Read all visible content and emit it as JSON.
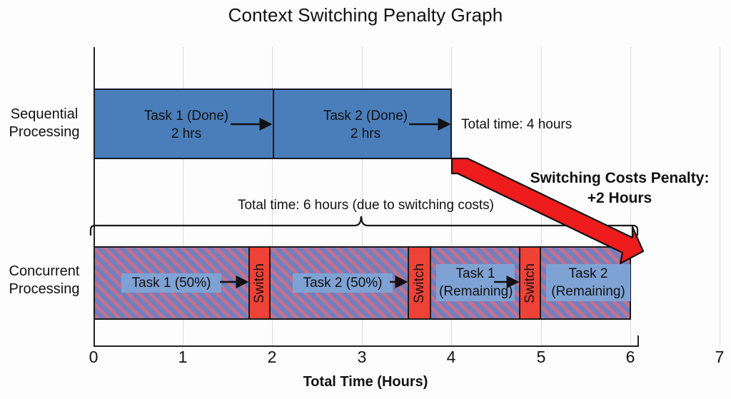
{
  "chart_data": {
    "type": "bar",
    "title": "Context Switching Penalty Graph",
    "xlabel": "Total Time (Hours)",
    "ylabel": "",
    "xlim": [
      0,
      7
    ],
    "xticks": [
      "0",
      "1",
      "2",
      "3",
      "4",
      "5",
      "6",
      "7"
    ],
    "grid": true,
    "legend": "none",
    "orientation": "horizontal",
    "categories": [
      "Sequential Processing",
      "Concurrent Processing"
    ],
    "series": [
      {
        "name": "Sequential Processing",
        "total": 4,
        "unit": "hours",
        "segments": [
          {
            "label": "Task 1 (Done)\n2 hrs",
            "start": 0,
            "end": 2,
            "duration": 2,
            "kind": "work"
          },
          {
            "label": "Task 2 (Done)\n2 hrs",
            "start": 2,
            "end": 4,
            "duration": 2,
            "kind": "work"
          }
        ]
      },
      {
        "name": "Concurrent Processing",
        "total": 6,
        "unit": "hours",
        "segments": [
          {
            "label": "Task 1 (50%)",
            "start": 0,
            "end": 1.73,
            "duration": 1.73,
            "kind": "work"
          },
          {
            "label": "Switch",
            "start": 1.73,
            "end": 1.97,
            "duration": 0.24,
            "kind": "switch"
          },
          {
            "label": "Task 2 (50%)",
            "start": 1.97,
            "end": 3.51,
            "duration": 1.54,
            "kind": "work"
          },
          {
            "label": "Switch",
            "start": 3.51,
            "end": 3.77,
            "duration": 0.26,
            "kind": "switch"
          },
          {
            "label": "Task 1\n(Remaining)",
            "start": 3.77,
            "end": 4.76,
            "duration": 0.99,
            "kind": "work"
          },
          {
            "label": "Switch",
            "start": 4.76,
            "end": 5.0,
            "duration": 0.24,
            "kind": "switch"
          },
          {
            "label": "Task 2\n(Remaining)",
            "start": 5.0,
            "end": 6,
            "duration": 1.0,
            "kind": "work"
          }
        ]
      }
    ],
    "annotations": [
      {
        "text": "Total time: 4 hours",
        "at_x": 4.1,
        "row": "Sequential Processing"
      },
      {
        "text": "Total time: 6 hours (due to switching costs)",
        "at_x": 3.0,
        "row": "Concurrent Processing"
      },
      {
        "text": "Switching Costs Penalty:\n+2 Hours",
        "at_x": 6.1,
        "row": "penalty"
      }
    ],
    "penalty_hours": 2
  },
  "title": "Context Switching Penalty Graph",
  "axis": {
    "title": "Total Time (Hours)",
    "ticks": [
      "0",
      "1",
      "2",
      "3",
      "4",
      "5",
      "6",
      "7"
    ]
  },
  "rows": {
    "sequential": "Sequential\nProcessing",
    "concurrent": "Concurrent\nProcessing"
  },
  "sequential": {
    "task1": "Task 1 (Done)\n2 hrs",
    "task2": "Task 2 (Done)\n2 hrs",
    "total": "Total time: 4 hours"
  },
  "concurrent": {
    "brace_label": "Total time: 6 hours (due to switching costs)",
    "task1_half": "Task 1 (50%)",
    "task2_half": "Task 2 (50%)",
    "task1_rem": "Task 1\n(Remaining)",
    "task2_rem": "Task 2\n(Remaining)",
    "switch1": "Switch",
    "switch2": "Switch",
    "switch3": "Switch"
  },
  "penalty": {
    "text": "Switching Costs Penalty:\n+2 Hours"
  },
  "colors": {
    "bar_blue": "#4a7ebb",
    "switch_red": "#ee4236",
    "penalty_arrow": "#ee1c1c",
    "hatch_base": "#6f80bf",
    "hatch_stripe": "#c4708f",
    "chip_blue": "#7fa2d4",
    "gridline": "#d9d9d9",
    "axis": "#222222",
    "text": "#111111"
  }
}
